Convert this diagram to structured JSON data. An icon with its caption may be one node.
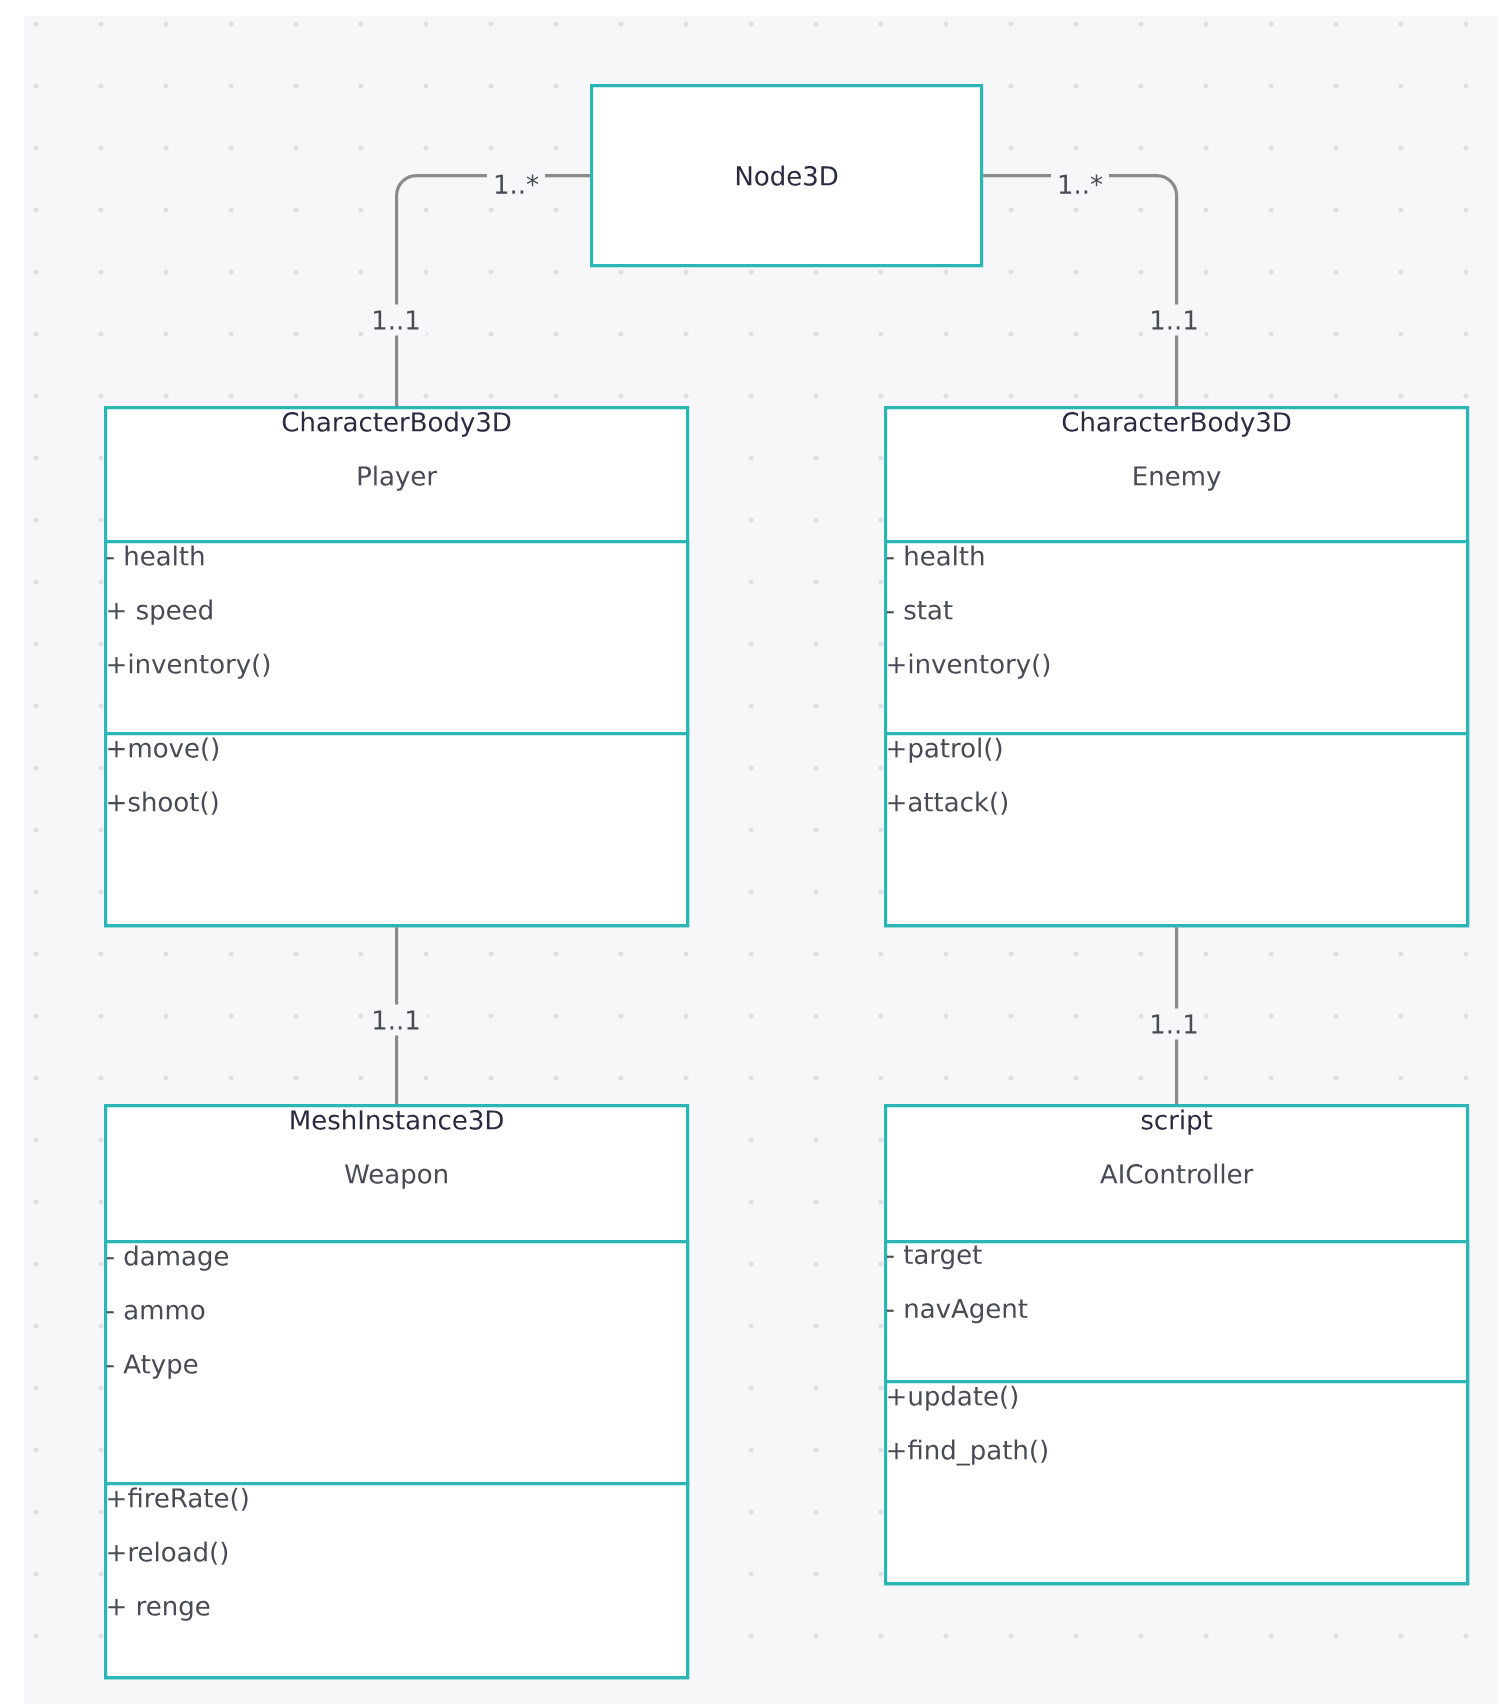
{
  "diagram": {
    "nodes": [
      {
        "text": [
          "Node3D"
        ]
      },
      {
        "text": [
          "CharacterBody3D",
          "Player"
        ]
      },
      {
        "text": [
          "-  health",
          "+ speed",
          "+inventory()"
        ],
        "in": 1
      },
      {
        "text": [
          "+move()",
          "+shoot()"
        ],
        "in": 1
      },
      {
        "text": [
          "CharacterBody3D",
          "Enemy"
        ]
      },
      {
        "text": [
          "- health",
          "- stat",
          "+inventory()"
        ],
        "in": 4
      },
      {
        "text": [
          "+patrol()",
          "+attack()"
        ],
        "in": 4
      },
      {
        "text": [
          "MeshInstance3D",
          "Weapon"
        ]
      },
      {
        "text": [
          "- damage",
          "- ammo",
          "- Atype"
        ],
        "in": 7
      },
      {
        "text": [
          "+fireRate()",
          "+reload()",
          "+ renge"
        ],
        "in": 7
      },
      {
        "text": [
          "script",
          "AIController"
        ]
      },
      {
        "text": [
          "- target",
          "- navAgent"
        ],
        "in": 10
      },
      {
        "text": [
          "+update()",
          "+find_path()"
        ],
        "in": 10
      }
    ],
    "edges": [
      {
        "from": 0,
        "to": 1,
        "arrow": "none",
        "label": "1..*"
      },
      {
        "from": 0,
        "to": 4,
        "arrow": "none",
        "label": "1..*"
      },
      {
        "from": 1,
        "to": 7,
        "arrow": "none",
        "label": "1..1"
      },
      {
        "from": 4,
        "to": 10,
        "arrow": "none",
        "label": "1..1"
      }
    ],
    "labels": [
      "1..1",
      "1..1"
    ]
  }
}
